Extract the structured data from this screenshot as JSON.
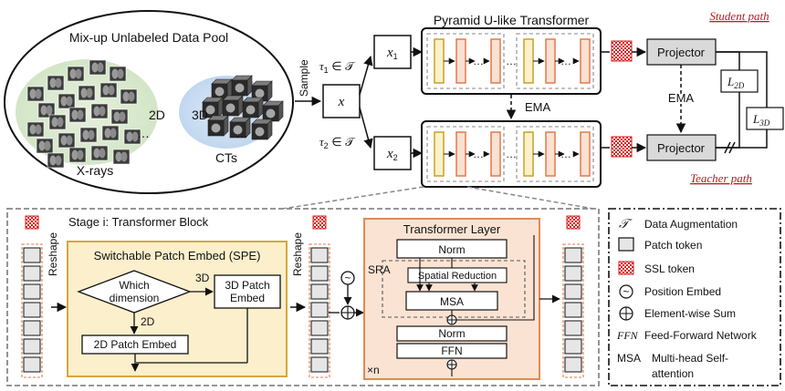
{
  "pool": {
    "title": "Mix-up Unlabeled Data Pool",
    "xray_label": "X-rays",
    "ct_label": "CTs",
    "label_2d": "2D",
    "label_3d": "3D",
    "ellipsis": "…"
  },
  "sampling": {
    "sample_label": "Sample",
    "x": "x",
    "tau1": "τ",
    "tau1_sub": "1",
    "tau1_set": " ∈ 𝒯",
    "tau2": "τ",
    "tau2_sub": "2",
    "tau2_set": " ∈ 𝒯",
    "x1": "x",
    "x1_sub": "1",
    "x2": "x",
    "x2_sub": "2"
  },
  "top": {
    "pyramid_title": "Pyramid U-like Transformer",
    "ema": "EMA",
    "ema2": "EMA",
    "projector_student": "Projector",
    "projector_teacher": "Projector",
    "student_path": "Student path",
    "teacher_path": "Teacher path",
    "loss2d": "L",
    "loss2d_sub": "2D",
    "loss3d": "L",
    "loss3d_sub": "3D",
    "dots": "…"
  },
  "stage": {
    "title": "Stage i:   Transformer Block",
    "reshape_left": "Reshape",
    "reshape_right": "Reshape",
    "spe_title": "Switchable Patch Embed (SPE)",
    "decision": "Which",
    "decision2": "dimension",
    "label_3d": "3D",
    "label_2d": "2D",
    "patch3d_line1": "3D Patch",
    "patch3d_line2": "Embed",
    "patch2d": "2D Patch Embed",
    "tilde": "~",
    "plus": "+"
  },
  "transformer": {
    "title": "Transformer Layer",
    "norm1": "Norm",
    "sra": "SRA",
    "spatial": "Spatial Reduction",
    "msa": "MSA",
    "norm2": "Norm",
    "ffn": "FFN",
    "times": "×n"
  },
  "legend": {
    "items": [
      {
        "symbol": "𝒯",
        "label": "Data Augmentation"
      },
      {
        "symbol": "box",
        "label": "Patch token"
      },
      {
        "symbol": "ssl",
        "label": "SSL token"
      },
      {
        "symbol": "~",
        "label": "Position Embed"
      },
      {
        "symbol": "+",
        "label": "Element-wise Sum"
      },
      {
        "symbol": "FFN",
        "label": "Feed-Forward Network"
      },
      {
        "symbol": "MSA",
        "label": "Multi-head Self-"
      }
    ],
    "msa_line2": "attention"
  },
  "colors": {
    "ssl_red": "#d6201f",
    "encoder_fill": "#fbf1c8",
    "encoder_stroke": "#c6a12a",
    "decoder_fill": "#fbe1d2",
    "decoder_stroke": "#e07a4a",
    "spe_fill": "#fbefcc",
    "spe_stroke": "#d9a53b",
    "tl_fill": "#fbe3d3",
    "tl_stroke": "#e08a55",
    "projector_fill": "#d9d9d9",
    "path_red": "#b81c1c",
    "xray_bg": "#dcebd2",
    "ct_bg": "#cfe0f2"
  }
}
